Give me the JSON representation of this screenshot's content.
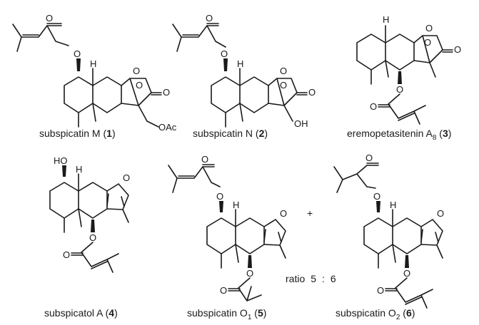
{
  "compounds": [
    {
      "name": "subspicatin M",
      "sub": "",
      "number": "1",
      "substituent": "OAc"
    },
    {
      "name": "subspicatin N",
      "sub": "",
      "number": "2",
      "substituent": "OH"
    },
    {
      "name": "eremopetasitenin A",
      "sub": "8",
      "number": "3",
      "substituent": ""
    },
    {
      "name": "subspicatol A",
      "sub": "",
      "number": "4",
      "substituent": "HO"
    },
    {
      "name": "subspicatin O",
      "sub": "1",
      "number": "5",
      "substituent": ""
    },
    {
      "name": "subspicatin O",
      "sub": "2",
      "number": "6",
      "substituent": ""
    }
  ],
  "atoms": {
    "oxygen": "O",
    "hydrogen": "H"
  },
  "mixture": {
    "plus": "+",
    "ratio_label": "ratio",
    "ratio_a": "5",
    "ratio_sep": ":",
    "ratio_b": "6"
  }
}
